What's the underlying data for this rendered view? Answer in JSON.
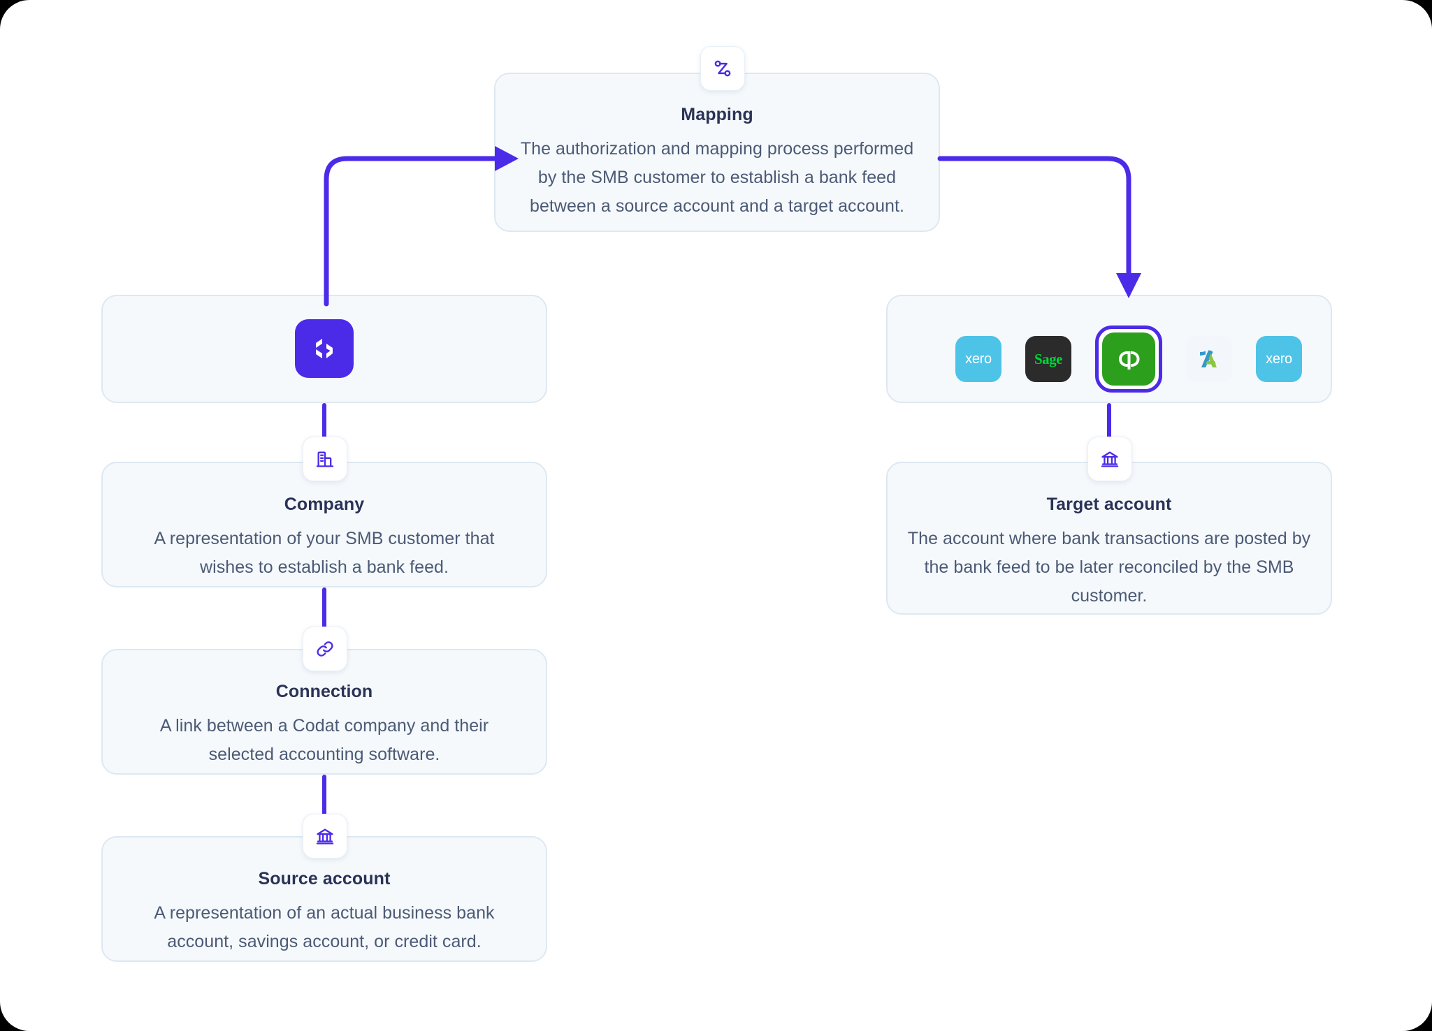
{
  "diagram": {
    "accent_color": "#4C2BE8",
    "card_background": "#F5F9FC",
    "card_border": "#DEE8F2",
    "page_background": "#FFFFFF",
    "title_color": "#2A3356",
    "body_color": "#4C5A75"
  },
  "mapping_card": {
    "icon": "route-icon",
    "title": "Mapping",
    "description": "The authorization and mapping process performed by the SMB customer to establish a bank feed between a source account and a target account."
  },
  "codat_card": {
    "logo": "codat-logo",
    "logo_color": "#4C2BE8"
  },
  "company_card": {
    "icon": "building-icon",
    "title": "Company",
    "description": "A representation of your SMB customer that wishes to establish a bank feed."
  },
  "connection_card": {
    "icon": "link-icon",
    "title": "Connection",
    "description": "A link between a Codat company and their selected accounting software."
  },
  "source_account_card": {
    "icon": "bank-icon",
    "title": "Source account",
    "description": "A representation of an actual business bank account, savings account, or credit card."
  },
  "target_account_card": {
    "icon": "bank-icon",
    "title": "Target account",
    "description": "The account where bank transactions are posted by the bank feed to be later reconciled by the SMB customer."
  },
  "accounting_software_card": {
    "logos": [
      {
        "name": "xero",
        "label": "xero",
        "background": "#4DC3E8",
        "selected": false
      },
      {
        "name": "sage",
        "label": "Sage",
        "background": "#2B2B2B",
        "selected": false
      },
      {
        "name": "quickbooks",
        "label": "qb",
        "background": "#2CA01C",
        "selected": true
      },
      {
        "name": "freeagent",
        "label": "",
        "background": "#F3F7FB",
        "selected": false
      },
      {
        "name": "xero",
        "label": "xero",
        "background": "#4DC3E8",
        "selected": false
      }
    ]
  },
  "connectors": [
    {
      "name": "codat-to-mapping",
      "from": "codat-card",
      "to": "mapping-card",
      "arrow": "right"
    },
    {
      "name": "mapping-to-software",
      "from": "mapping-card",
      "to": "accounting-software-card",
      "arrow": "down"
    },
    {
      "name": "codat-to-company",
      "from": "codat-card",
      "to": "company-card",
      "arrow": "none"
    },
    {
      "name": "company-to-connection",
      "from": "company-card",
      "to": "connection-card",
      "arrow": "none"
    },
    {
      "name": "connection-to-source-account",
      "from": "connection-card",
      "to": "source-account-card",
      "arrow": "none"
    },
    {
      "name": "software-to-target-account",
      "from": "accounting-software-card",
      "to": "target-account-card",
      "arrow": "none"
    }
  ]
}
